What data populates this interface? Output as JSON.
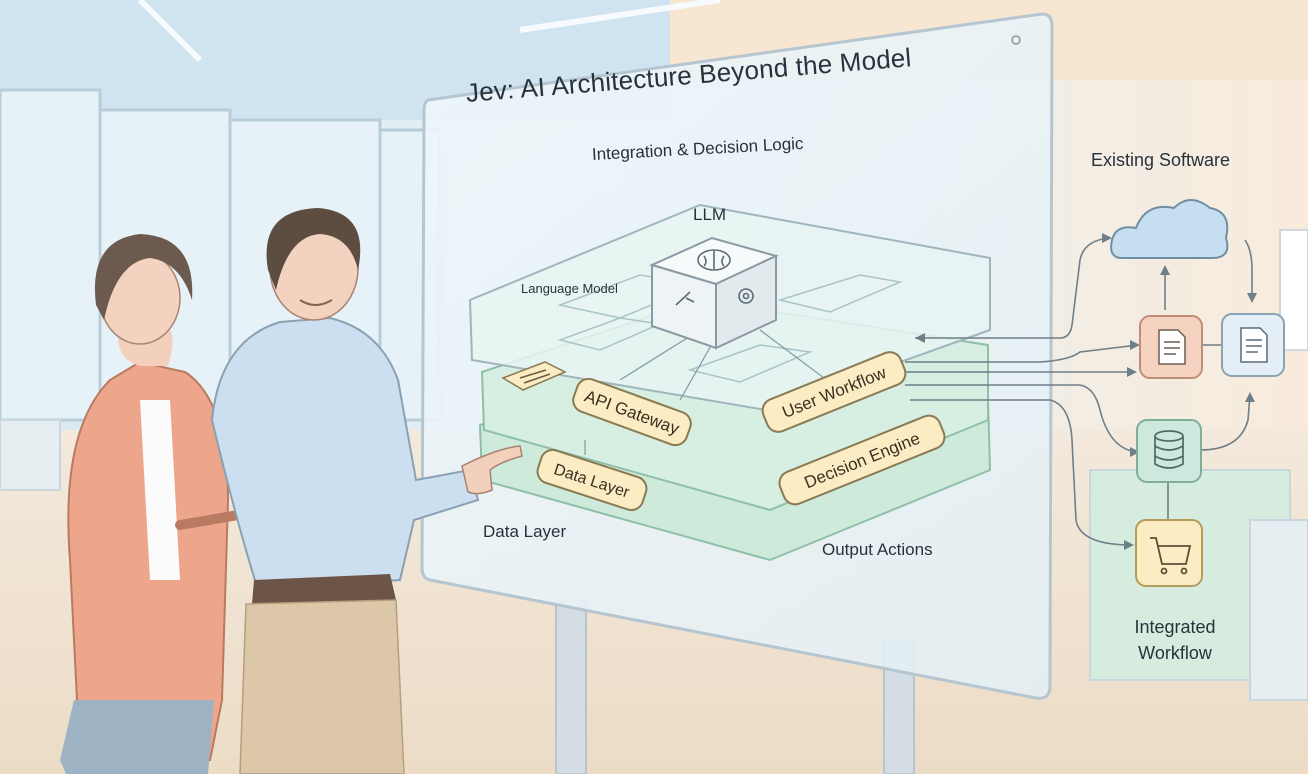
{
  "diagram": {
    "title": "Jev: AI Architecture Beyond the Model",
    "subtitle": "Integration & Decision Logic",
    "core": {
      "top_label": "LLM",
      "side_label": "Language Model"
    },
    "layer_pills": {
      "api_gateway": "API Gateway",
      "user_workflow": "User Workflow",
      "data_layer": "Data Layer",
      "decision_engine": "Decision Engine"
    },
    "captions": {
      "data_layer": "Data Layer",
      "output_actions": "Output Actions"
    },
    "external": {
      "existing_software": "Existing Software",
      "integrated_workflow_line1": "Integrated",
      "integrated_workflow_line2": "Workflow"
    },
    "icons": [
      "brain-icon",
      "cloud-icon",
      "document-icon",
      "database-icon",
      "shopping-cart-icon",
      "settings-icon",
      "tool-icon",
      "api-plug-icon"
    ],
    "colors": {
      "layer_mint": "#cdeadb",
      "pill_fill": "#fbecc4",
      "document_orange": "#f6d2c0",
      "cloud_blue": "#c6dff0",
      "blazer": "#eda58c",
      "shirt": "#cbdff0"
    }
  }
}
